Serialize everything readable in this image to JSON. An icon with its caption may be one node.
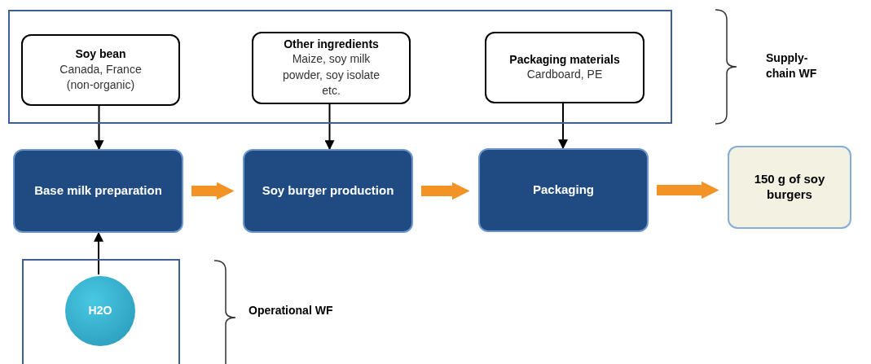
{
  "diagram": {
    "nodes": [
      {
        "text": [],
        "shape": "box"
      },
      {
        "text": [
          "Soy bean",
          "Canada, France (non-organic)"
        ],
        "in": 0
      },
      {
        "text": [
          "Other ingredients",
          "Maize, soy milk powder, soy isolate etc."
        ],
        "in": 0
      },
      {
        "text": [
          "Packaging materials",
          "Cardboard, PE"
        ],
        "in": 0
      },
      {
        "text": [
          "Base milk preparation"
        ]
      },
      {
        "text": [
          "Soy burger production"
        ]
      },
      {
        "text": [
          "Packaging"
        ]
      },
      {
        "text": [
          "150 g  of soy burgers"
        ]
      },
      {
        "text": [],
        "shape": "box"
      },
      {
        "text": [
          "H2O"
        ],
        "in": 8
      }
    ],
    "edges": [
      {
        "from": 1,
        "to": 4,
        "arrow": "to"
      },
      {
        "from": 2,
        "to": 5,
        "arrow": "to"
      },
      {
        "from": 3,
        "to": 6,
        "arrow": "to"
      },
      {
        "from": 4,
        "to": 5,
        "arrow": "to",
        "style": "thick",
        "color": "#f39326"
      },
      {
        "from": 5,
        "to": 6,
        "arrow": "to",
        "style": "thick",
        "color": "#f39326"
      },
      {
        "from": 6,
        "to": 7,
        "arrow": "to",
        "style": "thick",
        "color": "#f39326"
      },
      {
        "from": 9,
        "to": 4,
        "arrow": "to"
      }
    ],
    "labels": [
      "Supply-chain WF",
      "Operational WF"
    ]
  }
}
